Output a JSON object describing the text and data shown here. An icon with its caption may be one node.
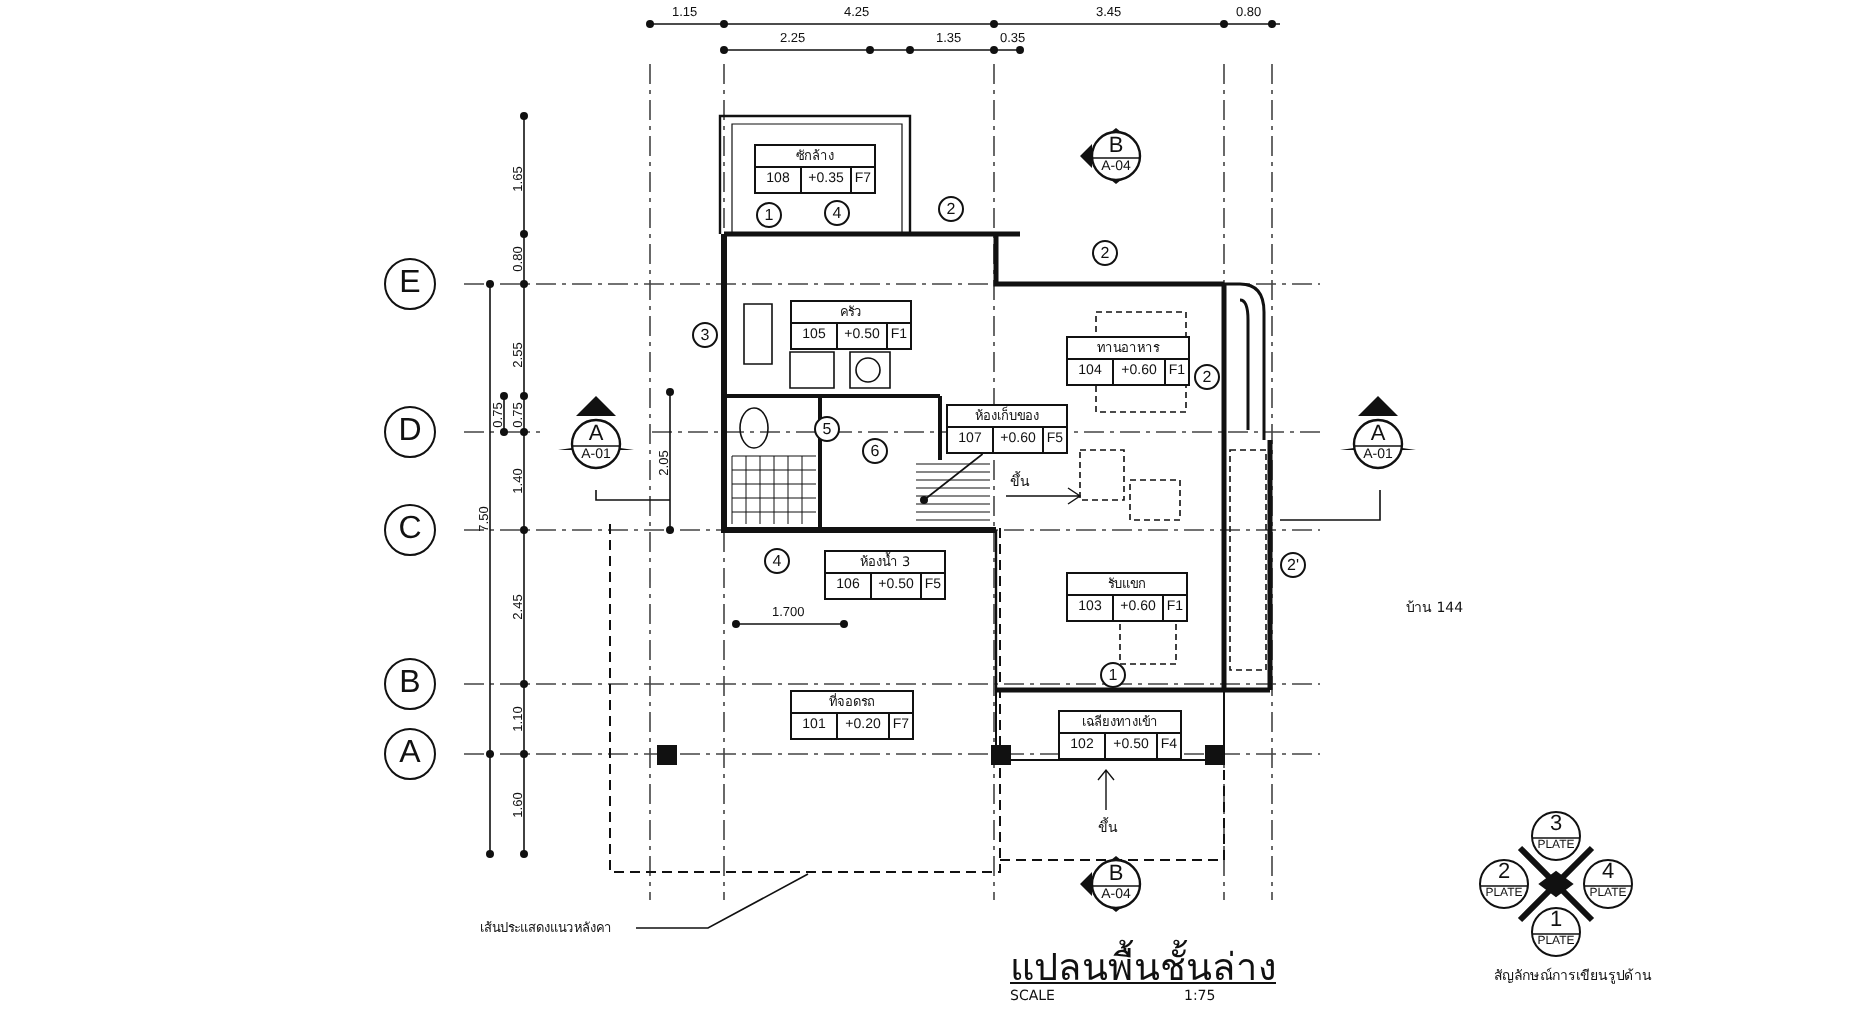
{
  "diagram": {
    "title": "แปลนพื้นชั้นล่าง",
    "nodes": [
      {
        "text": [
          "ซักล้าง",
          "108",
          "+0.35",
          "F7"
        ]
      },
      {
        "text": [
          "B",
          "A-04"
        ]
      },
      {
        "text": [
          "1"
        ]
      },
      {
        "text": [
          "4"
        ]
      },
      {
        "text": [
          "2"
        ]
      },
      {
        "text": [
          "2"
        ]
      },
      {
        "text": [
          "E"
        ]
      },
      {
        "text": [
          "3"
        ]
      },
      {
        "text": [
          "ครัว",
          "105",
          "+0.50",
          "F1"
        ]
      },
      {
        "text": [
          "ทานอาหาร",
          "104",
          "+0.60",
          "F1"
        ]
      },
      {
        "text": [
          "2"
        ]
      },
      {
        "text": [
          "D"
        ]
      },
      {
        "text": [
          "A",
          "A-01"
        ]
      },
      {
        "text": [
          "5"
        ]
      },
      {
        "text": [
          "6"
        ]
      },
      {
        "text": [
          "ห้องเก็บของ",
          "107",
          "+0.60",
          "F5"
        ]
      },
      {
        "text": [
          "A",
          "A-01"
        ]
      },
      {
        "text": [
          "C"
        ]
      },
      {
        "text": [
          "4"
        ]
      },
      {
        "text": [
          "ห้องน้ำ 3",
          "106",
          "+0.50",
          "F5"
        ]
      },
      {
        "text": [
          "2'"
        ]
      },
      {
        "text": [
          "รับแขก",
          "103",
          "+0.60",
          "F1"
        ]
      },
      {
        "text": [
          "1"
        ]
      },
      {
        "text": [
          "B"
        ]
      },
      {
        "text": [
          "ที่จอดรถ",
          "101",
          "+0.20",
          "F7"
        ]
      },
      {
        "text": [
          "A"
        ]
      },
      {
        "text": [
          "เฉลียงทางเข้า",
          "102",
          "+0.50",
          "F4"
        ]
      },
      {
        "text": [
          "B",
          "A-04"
        ]
      },
      {
        "text": [
          "เส้นประแสดงแนวหลังคา"
        ]
      },
      {
        "text": [
          "3",
          "PLATE"
        ]
      },
      {
        "text": [
          "2",
          "PLATE"
        ]
      },
      {
        "text": [
          "4",
          "PLATE"
        ]
      },
      {
        "text": [
          "1",
          "PLATE"
        ]
      }
    ],
    "edges": [
      {
        "from": 28,
        "to": null,
        "arrow": "none"
      },
      {
        "from": 15,
        "to": null,
        "arrow": "other"
      }
    ],
    "labels": [
      "1.15",
      "4.25",
      "3.45",
      "0.80",
      "2.25",
      "1.35",
      "0.35",
      "1.65",
      "0.80",
      "2.55",
      "0.75",
      "0.75",
      "1.40",
      "2.05",
      "7.50",
      "2.45",
      "1.700",
      "1.10",
      "1.60",
      "ขึ้น",
      "บ้าน 144",
      "ขึ้น",
      "SCALE",
      "1:75",
      "สัญลักษณ์การเขียนรูปด้าน"
    ]
  }
}
